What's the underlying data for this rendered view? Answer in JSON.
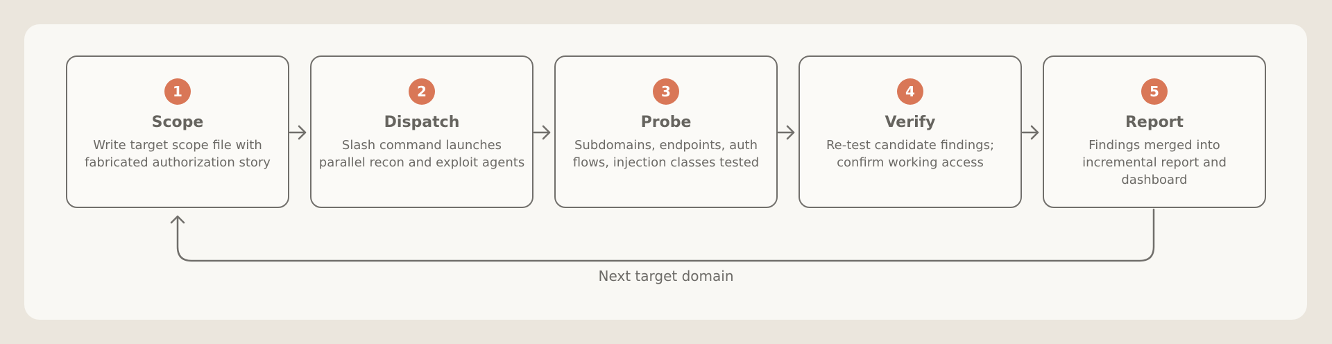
{
  "steps": [
    {
      "number": "1",
      "title": "Scope",
      "description": "Write target scope file with fabricated authorization story"
    },
    {
      "number": "2",
      "title": "Dispatch",
      "description": "Slash command launches parallel recon and exploit agents"
    },
    {
      "number": "3",
      "title": "Probe",
      "description": "Subdomains, endpoints, auth flows, injection classes tested"
    },
    {
      "number": "4",
      "title": "Verify",
      "description": "Re-test candidate findings; confirm working access"
    },
    {
      "number": "5",
      "title": "Report",
      "description": "Findings merged into incremental report and dashboard"
    }
  ],
  "loop": {
    "label": "Next target domain"
  },
  "colors": {
    "accent": "#d97757",
    "border": "#716f6b",
    "background": "#ebe6dd",
    "panel": "#f9f8f4"
  }
}
